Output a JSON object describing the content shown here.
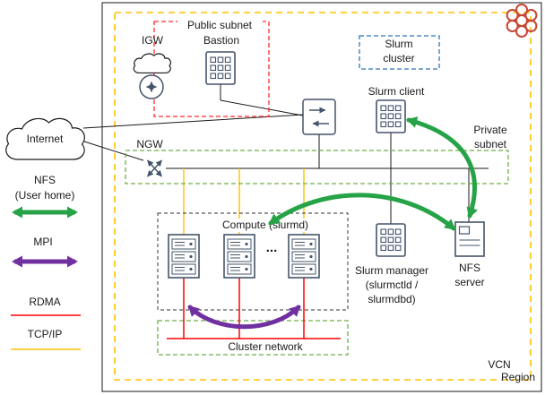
{
  "page": {
    "region_label": "Region",
    "vcn_label": "VCN",
    "internet_label": "Internet"
  },
  "public_subnet": {
    "label": "Public subnet",
    "igw_label": "IGW",
    "bastion_label": "Bastion"
  },
  "private_subnet": {
    "label_line1": "Private",
    "label_line2": "subnet",
    "ngw_label": "NGW"
  },
  "slurm": {
    "cluster_label_line1": "Slurm",
    "cluster_label_line2": "cluster",
    "client_label": "Slurm client",
    "manager_label_line1": "Slurm manager",
    "manager_label_line2": "(slurmctld /",
    "manager_label_line3": "slurmdbd)"
  },
  "compute": {
    "label": "Compute (slurmd)",
    "ellipsis": "..."
  },
  "nfs_server": {
    "label_line1": "NFS",
    "label_line2": "server"
  },
  "cluster_network": {
    "label": "Cluster network"
  },
  "legend": {
    "nfs_label_line1": "NFS",
    "nfs_label_line2": "(User home)",
    "mpi_label": "MPI",
    "rdma_label": "RDMA",
    "tcpip_label": "TCP/IP"
  },
  "colors": {
    "nfs_arrow_green": "#27a347",
    "mpi_arrow_purple": "#7030a0",
    "rdma_red": "#ff0000",
    "tcpip_yellow": "#ffc000",
    "public_subnet_red": "#ff2a2a",
    "subnet_green": "#70ad47",
    "slurm_cluster_blue": "#2e75b6",
    "vcn_yellow": "#ffc000",
    "compute_box_gray": "#595959",
    "icon_slate": "#44546a",
    "logo_red": "#c74634"
  }
}
